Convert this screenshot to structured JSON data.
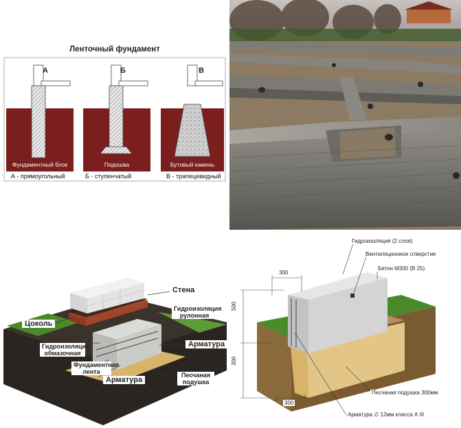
{
  "strip": {
    "title": "Ленточный фундамент",
    "letters": [
      "А",
      "Б",
      "В"
    ],
    "captions": [
      "Фундаментный блок",
      "Подошва",
      "Бутовый камень"
    ],
    "descriptions": [
      "А - прямоугольный",
      "Б - ступенчатый",
      "В - трапецевидный"
    ]
  },
  "layered": {
    "labels": {
      "wall": "Стена",
      "plinth": "Цоколь",
      "roll_waterproofing": "Гидроизоляция рулонная",
      "coating_waterproofing": "Гидроизоляция обмазочная",
      "rebar_right": "Арматура",
      "strip": "Фундаментная лента",
      "rebar_bottom": "Арматура",
      "sand_cushion": "Песчаная подушка"
    }
  },
  "dimensioned": {
    "labels": {
      "waterproofing": "Гидроизоляция (2 слоя)",
      "vent": "Вентиляционное отверстие",
      "concrete": "Бетон М300 (В 25)",
      "sand": "Песчаная подушка 300мм",
      "rebar": "Арматура  ∅ 12мм класса А III"
    },
    "dims": {
      "top_width": "300",
      "height_upper": "500",
      "height_lower": "300",
      "bottom_width": "300"
    }
  },
  "colors": {
    "soil": "#7a1e1e",
    "concrete": "#c8c8c8",
    "sand": "#d8b46a",
    "grass": "#4a8a2a",
    "dark_soil": "#2a2520"
  }
}
